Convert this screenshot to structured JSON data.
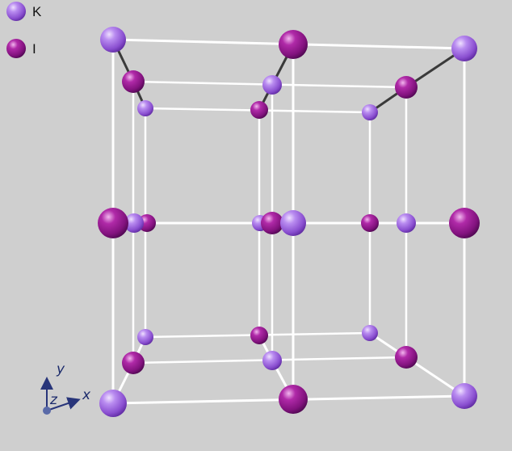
{
  "legend": {
    "items": [
      {
        "label": "K",
        "color": "#9a5fd6",
        "gradient": "gradK"
      },
      {
        "label": "I",
        "color": "#8b1488",
        "gradient": "gradI"
      }
    ]
  },
  "axes": {
    "x_label": "x",
    "y_label": "y",
    "z_label": "z",
    "color": "#28357a"
  },
  "colors": {
    "background": "#cfcfcf",
    "bond_white": "#ffffff",
    "bond_dark": "#3a3a3a",
    "potassium": "#9a5fd6",
    "iodine": "#8b1488"
  }
}
